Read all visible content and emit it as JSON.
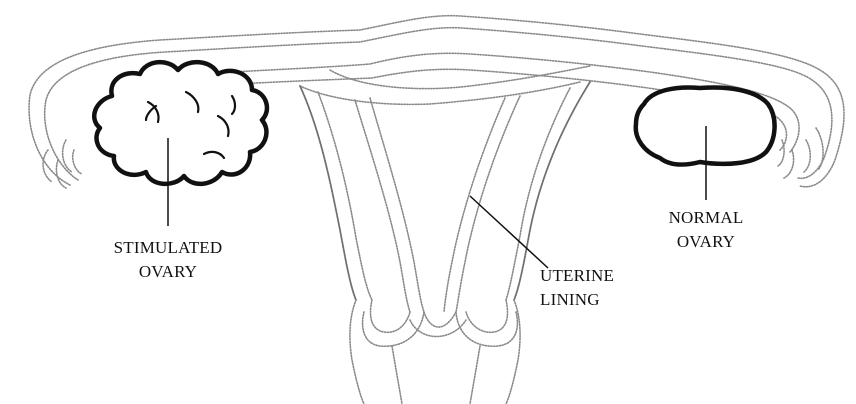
{
  "labels": {
    "stimulated_ovary": {
      "line1": "STIMULATED",
      "line2": "OVARY"
    },
    "normal_ovary": {
      "line1": "NORMAL",
      "line2": "OVARY"
    },
    "uterine_lining": {
      "line1": "UTERINE",
      "line2": "LINING"
    }
  },
  "colors": {
    "outline_ink": "#8a8a8a",
    "ovary_ink": "#111111",
    "background": "#ffffff"
  }
}
